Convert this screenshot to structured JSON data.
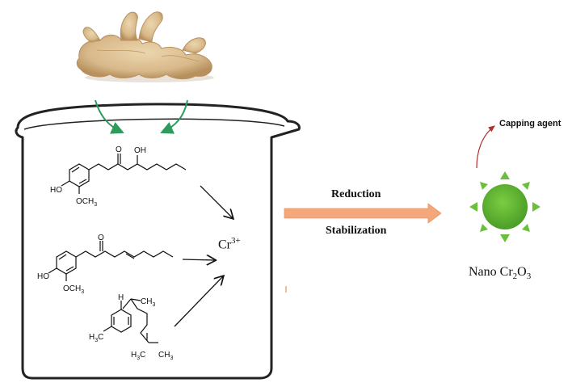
{
  "labels": {
    "reduction": "Reduction",
    "stabilization": "Stabilization",
    "capping_agent": "Capping agent",
    "nano_prefix": "Nano Cr",
    "nano_sub1": "2",
    "nano_mid": "O",
    "nano_sub2": "3",
    "cr_ion": "Cr",
    "cr_charge": "3+"
  },
  "molecules": {
    "gingerol": {
      "ho": "HO",
      "och3": "OCH",
      "och3_sub": "3",
      "ketone_o": "O",
      "oh": "OH"
    },
    "shogaol": {
      "ho": "HO",
      "och3": "OCH",
      "och3_sub": "3",
      "ketone_o": "O"
    },
    "zingiberene": {
      "h3c_left": "H",
      "h3c_left_sub": "3",
      "h3c_left_c": "C",
      "h": "H",
      "ch3_top": "CH",
      "ch3_top_sub": "3",
      "h3c_bottom": "H",
      "h3c_bottom_sub": "3",
      "h3c_bottom_c": "C",
      "ch3_right": "CH",
      "ch3_right_sub": "3"
    }
  },
  "colors": {
    "beaker_stroke": "#222222",
    "green_arrow": "#2e9a5e",
    "process_arrow": "#f3a77a",
    "nanoparticle": "#58b030",
    "nanoparticle_rays": "#6cbf3a",
    "capping_arrow": "#b03030",
    "ginger_skin": "#d8b98a",
    "ginger_shadow": "#b8905e"
  }
}
